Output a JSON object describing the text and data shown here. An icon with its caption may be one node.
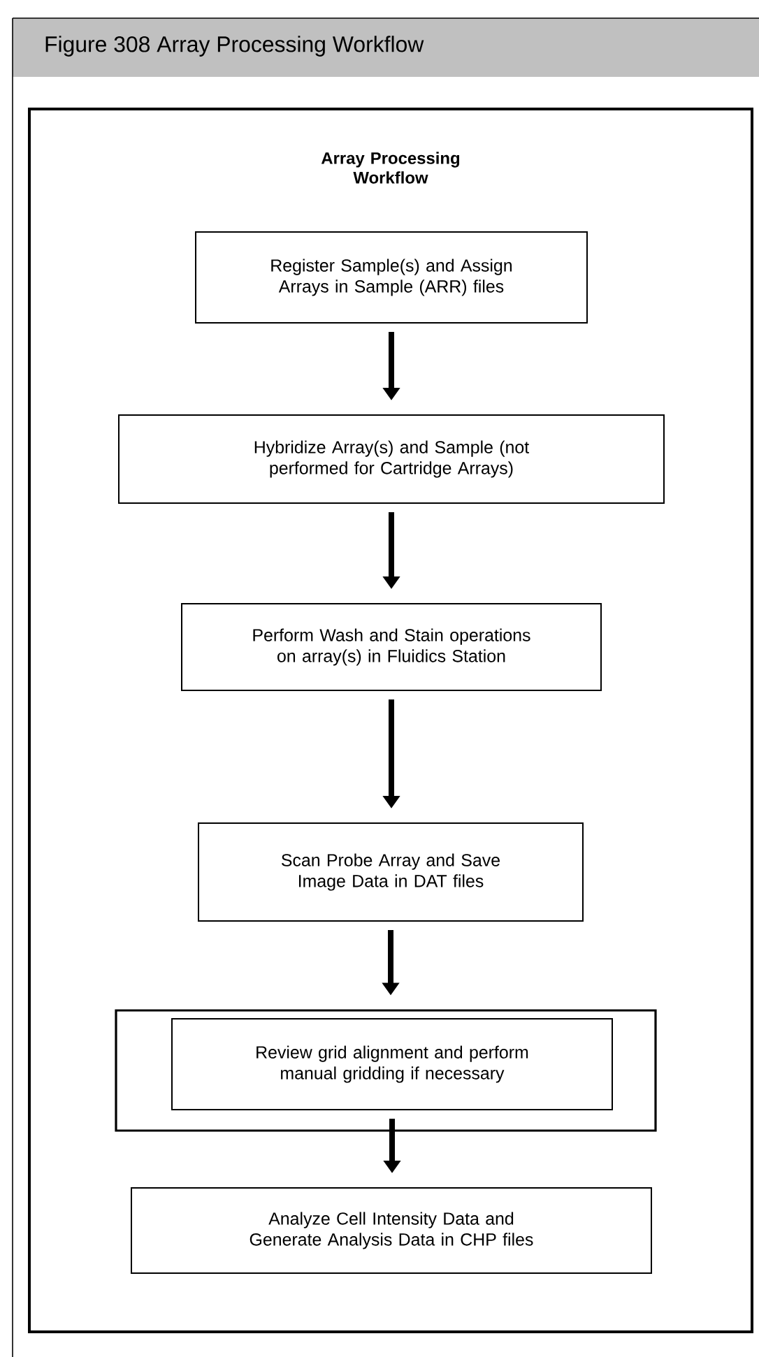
{
  "diagram": {
    "title": "Figure 308   Array Processing Workflow",
    "nodes": [
      {
        "text": [
          "Array Processing Workflow"
        ]
      },
      {
        "text": [
          "Register Sample(s) and Assign Arrays in Sample (ARR) files"
        ],
        "in": 0
      },
      {
        "text": [
          "Hybridize Array(s) and Sample (not performed for Cartridge Arrays)"
        ],
        "in": 0
      },
      {
        "text": [
          "Perform Wash and Stain operations on array(s) in Fluidics Station"
        ],
        "in": 0
      },
      {
        "text": [
          "Scan Probe Array and Save Image Data in DAT files"
        ],
        "in": 0
      },
      {
        "text": [],
        "shape": "box",
        "in": 0
      },
      {
        "text": [
          "Review grid alignment and perform manual gridding if necessary"
        ],
        "in": 5
      },
      {
        "text": [
          "Analyze Cell Intensity Data and Generate Analysis Data in CHP files"
        ],
        "in": 0
      }
    ],
    "edges": [
      {
        "from": 1,
        "to": 2,
        "arrow": "to"
      },
      {
        "from": 2,
        "to": 3,
        "arrow": "to"
      },
      {
        "from": 3,
        "to": 4,
        "arrow": "to"
      },
      {
        "from": 4,
        "to": 5,
        "arrow": "to"
      },
      {
        "from": 6,
        "to": 7,
        "arrow": "to"
      }
    ]
  }
}
